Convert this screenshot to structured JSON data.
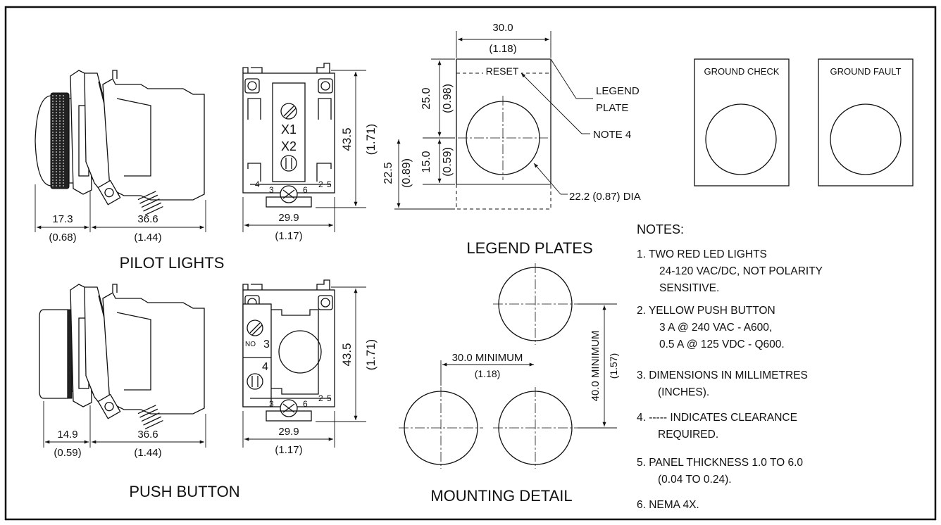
{
  "border_color": "#111111",
  "captions": {
    "pilot_lights": "PILOT LIGHTS",
    "push_button": "PUSH BUTTON",
    "legend_plates": "LEGEND PLATES",
    "mounting_detail": "MOUNTING DETAIL"
  },
  "pilot": {
    "side_dim1": "17.3",
    "side_dim1_in": "(0.68)",
    "side_dim2": "36.6",
    "side_dim2_in": "(1.44)",
    "rear_width": "29.9",
    "rear_width_in": "(1.17)",
    "rear_height": "43.5",
    "rear_height_in": "(1.71)",
    "term1": "X1",
    "term2": "X2",
    "pin4": "4",
    "pin3": "3",
    "pin6": "6",
    "pin2": "2",
    "pin5": "5"
  },
  "push": {
    "side_dim1": "14.9",
    "side_dim1_in": "(0.59)",
    "side_dim2": "36.6",
    "side_dim2_in": "(1.44)",
    "rear_width": "29.9",
    "rear_width_in": "(1.17)",
    "rear_height": "43.5",
    "rear_height_in": "(1.71)",
    "no_label": "NO",
    "term3": "3",
    "term4": "4",
    "pin3": "3",
    "pin6": "6",
    "pin2": "2",
    "pin5": "5"
  },
  "legend": {
    "width": "30.0",
    "width_in": "(1.18)",
    "h_top": "25.0",
    "h_top_in": "(0.98)",
    "h_bottom": "15.0",
    "h_bottom_in": "(0.59)",
    "h_total": "22.5",
    "h_total_in": "(0.89)",
    "reset": "RESET",
    "legend_plate_1": "LEGEND",
    "legend_plate_2": "PLATE",
    "note4": "NOTE 4",
    "dia": "22.2 (0.87) DIA",
    "ground_check": "GROUND CHECK",
    "ground_fault": "GROUND FAULT"
  },
  "mounting": {
    "min_h": "30.0 MINIMUM",
    "min_h_in": "(1.18)",
    "min_v": "40.0 MINIMUM",
    "min_v_in": "(1.57)"
  },
  "notes": {
    "title": "NOTES:",
    "n1_a": "1.  TWO RED LED LIGHTS",
    "n1_b": "24-120 VAC/DC, NOT POLARITY",
    "n1_c": "SENSITIVE.",
    "n2_a": "2.  YELLOW PUSH BUTTON",
    "n2_b": "3 A  @  240 VAC - A600,",
    "n2_c": "0.5 A  @  125 VDC - Q600.",
    "n3_a": "3.   DIMENSIONS IN MILLIMETRES",
    "n3_b": "(INCHES).",
    "n4_a": "4.   -----  INDICATES CLEARANCE",
    "n4_b": "REQUIRED.",
    "n5_a": "5.   PANEL THICKNESS 1.0 TO 6.0",
    "n5_b": "(0.04 TO 0.24).",
    "n6": "6.   NEMA 4X."
  }
}
